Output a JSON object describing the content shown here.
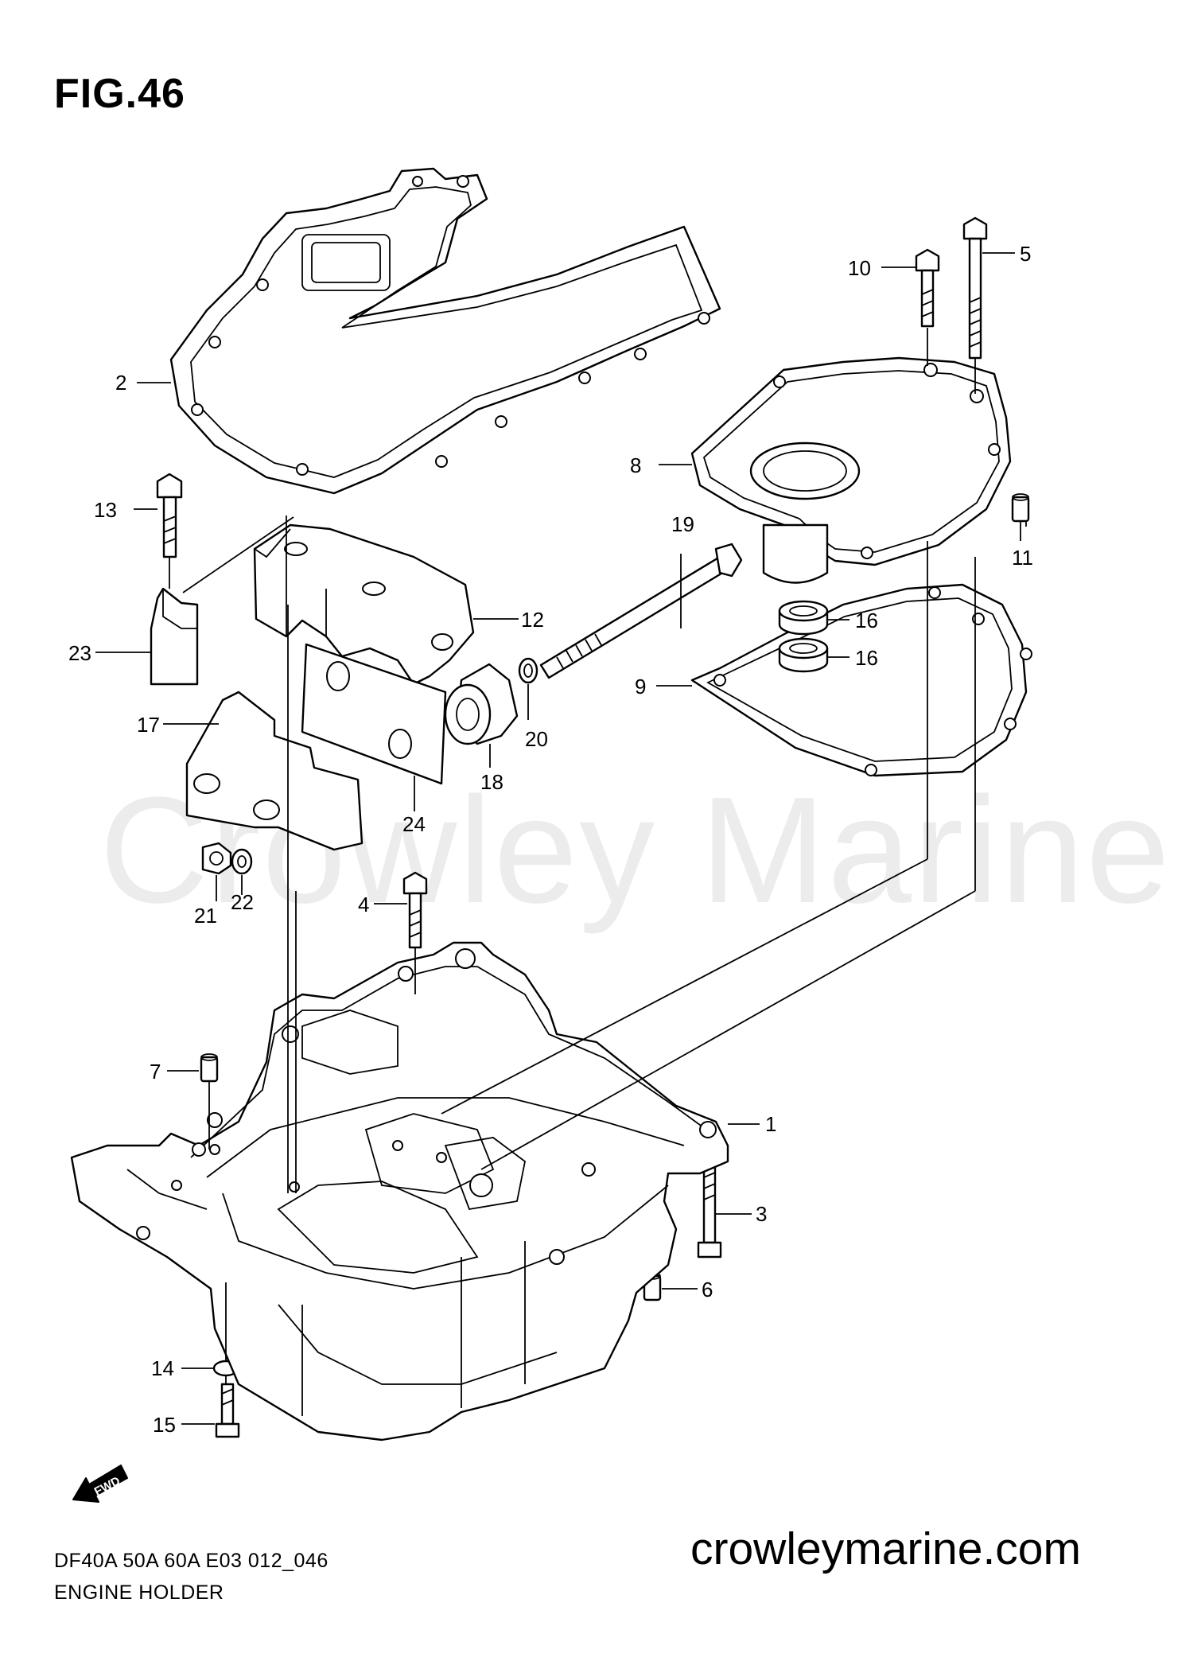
{
  "figure": {
    "title": "FIG.46",
    "model_code": "DF40A 50A 60A E03 012_046",
    "section_name": "ENGINE HOLDER",
    "watermark": "Crowley Marine",
    "website": "crowleymarine.com",
    "fwd_label": "FWD"
  },
  "callouts": [
    {
      "id": "1",
      "label": "1"
    },
    {
      "id": "2",
      "label": "2"
    },
    {
      "id": "3",
      "label": "3"
    },
    {
      "id": "4",
      "label": "4"
    },
    {
      "id": "5",
      "label": "5"
    },
    {
      "id": "6",
      "label": "6"
    },
    {
      "id": "7",
      "label": "7"
    },
    {
      "id": "8",
      "label": "8"
    },
    {
      "id": "9",
      "label": "9"
    },
    {
      "id": "10",
      "label": "10"
    },
    {
      "id": "11",
      "label": "11"
    },
    {
      "id": "12",
      "label": "12"
    },
    {
      "id": "13",
      "label": "13"
    },
    {
      "id": "14",
      "label": "14"
    },
    {
      "id": "15",
      "label": "15"
    },
    {
      "id": "16a",
      "label": "16"
    },
    {
      "id": "16b",
      "label": "16"
    },
    {
      "id": "17",
      "label": "17"
    },
    {
      "id": "18",
      "label": "18"
    },
    {
      "id": "19",
      "label": "19"
    },
    {
      "id": "20",
      "label": "20"
    },
    {
      "id": "21",
      "label": "21"
    },
    {
      "id": "22",
      "label": "22"
    },
    {
      "id": "23",
      "label": "23"
    },
    {
      "id": "24",
      "label": "24"
    }
  ]
}
